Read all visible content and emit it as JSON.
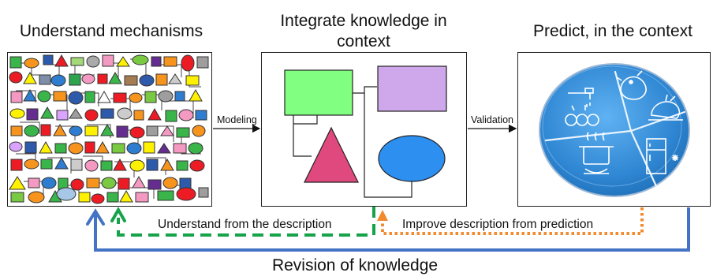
{
  "titles": {
    "left": "Understand mechanisms",
    "middle": "Integrate knowledge in context",
    "right": "Predict, in the context"
  },
  "arrows": {
    "modeling": "Modeling",
    "validation": "Validation"
  },
  "loops": {
    "green": "Understand from the description",
    "orange": "Improve description from prediction",
    "blue": "Revision of knowledge"
  },
  "colors": {
    "green_dash": "#16a34a",
    "orange_dot": "#f28a2e",
    "blue_line": "#4472c4",
    "rect_green": "#80ff80",
    "rect_purple": "#cfa8ec",
    "triangle_pink": "#e0497d",
    "ellipse_blue": "#2d8ff0",
    "plate_blue": "#3a8fd8"
  },
  "icons": [
    "faucet-vegetables-icon",
    "chicken-icon",
    "roast-chicken-icon",
    "cooking-pot-icon",
    "fridge-icon"
  ]
}
